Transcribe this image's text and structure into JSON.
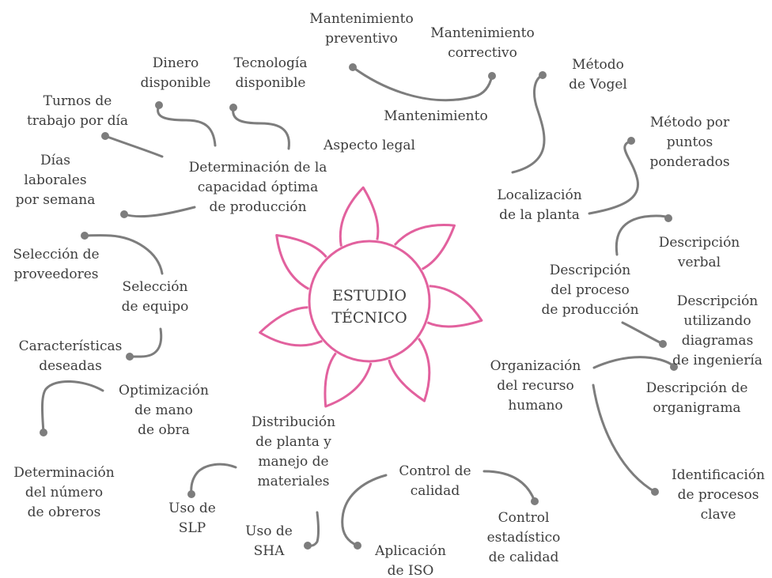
{
  "center": {
    "title": "ESTUDIO\nTÉCNICO",
    "accent_color": "#e2619e"
  },
  "connector_color": "#7d7d7d",
  "text_color": "#3d3d3d",
  "nodes": {
    "mantenimiento": "Mantenimiento",
    "mant_preventivo": "Mantenimiento\npreventivo",
    "mant_correctivo": "Mantenimiento\ncorrectivo",
    "metodo_vogel": "Método\nde Vogel",
    "metodo_puntos": "Método por\npuntos\nponderados",
    "localizacion": "Localización\nde la planta",
    "aspecto_legal": "Aspecto legal",
    "dinero": "Dinero\ndisponible",
    "tecnologia": "Tecnología\ndisponible",
    "turnos": "Turnos de\ntrabajo por día",
    "dias": "Días\nlaborales\npor semana",
    "capacidad": "Determinación de la\ncapacidad óptima\nde producción",
    "seleccion_proveedores": "Selección de\nproveedores",
    "seleccion_equipo": "Selección\nde equipo",
    "caracteristicas": "Características\ndeseadas",
    "descripcion_proceso": "Descripción\ndel proceso\nde producción",
    "descripcion_verbal": "Descripción\nverbal",
    "descripcion_diagramas": "Descripción\nutilizando\ndiagramas\nde ingeniería",
    "organizacion": "Organización\ndel recurso\nhumano",
    "organigrama": "Descripción de\norganigrama",
    "procesos_clave": "Identificación\nde procesos\nclave",
    "optimizacion": "Optimización\nde mano\nde obra",
    "numero_obreros": "Determinación\ndel número\nde obreros",
    "distribucion": "Distribución\nde planta y\nmanejo de\nmateriales",
    "uso_slp": "Uso de\nSLP",
    "uso_sha": "Uso de\nSHA",
    "control_calidad": "Control de\ncalidad",
    "control_estadistico": "Control\nestadístico\nde calidad",
    "aplicacion_iso": "Aplicación\nde ISO"
  }
}
